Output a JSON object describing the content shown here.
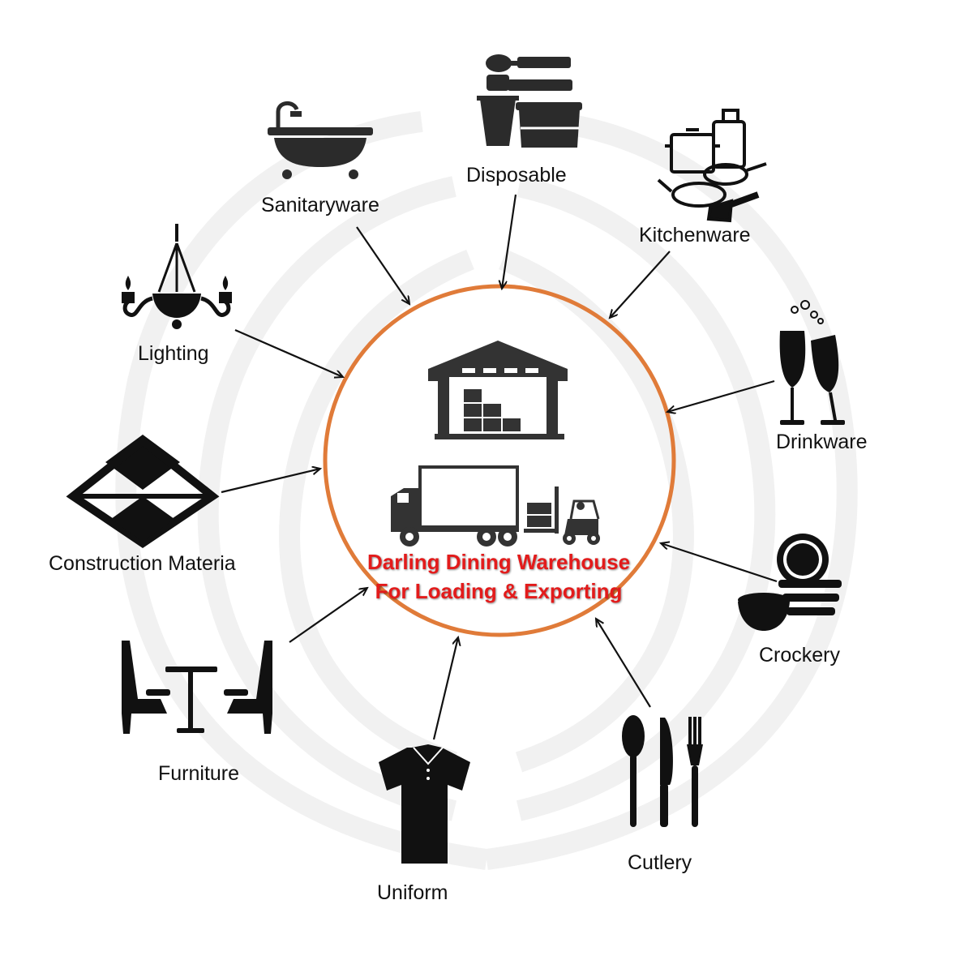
{
  "center": {
    "line1": "Darling Dining Warehouse",
    "line2": "For Loading & Exporting",
    "circle_color": "#e07b39",
    "text_color": "#e31b1b",
    "icons": [
      "warehouse-icon",
      "truck-icon",
      "forklift-icon"
    ]
  },
  "categories": {
    "sanitaryware": {
      "label": "Sanitaryware",
      "icon": "bathtub-icon"
    },
    "disposable": {
      "label": "Disposable",
      "icon": "disposable-tableware-icon"
    },
    "kitchenware": {
      "label": "Kitchenware",
      "icon": "cookware-icon"
    },
    "lighting": {
      "label": "Lighting",
      "icon": "chandelier-icon"
    },
    "drinkware": {
      "label": "Drinkware",
      "icon": "champagne-glasses-icon"
    },
    "construction": {
      "label": "Construction Materia",
      "icon": "tiles-icon"
    },
    "crockery": {
      "label": "Crockery",
      "icon": "plates-bowl-icon"
    },
    "furniture": {
      "label": "Furniture",
      "icon": "table-chairs-icon"
    },
    "cutlery": {
      "label": "Cutlery",
      "icon": "spoon-knife-fork-icon"
    },
    "uniform": {
      "label": "Uniform",
      "icon": "polo-shirt-icon"
    }
  }
}
